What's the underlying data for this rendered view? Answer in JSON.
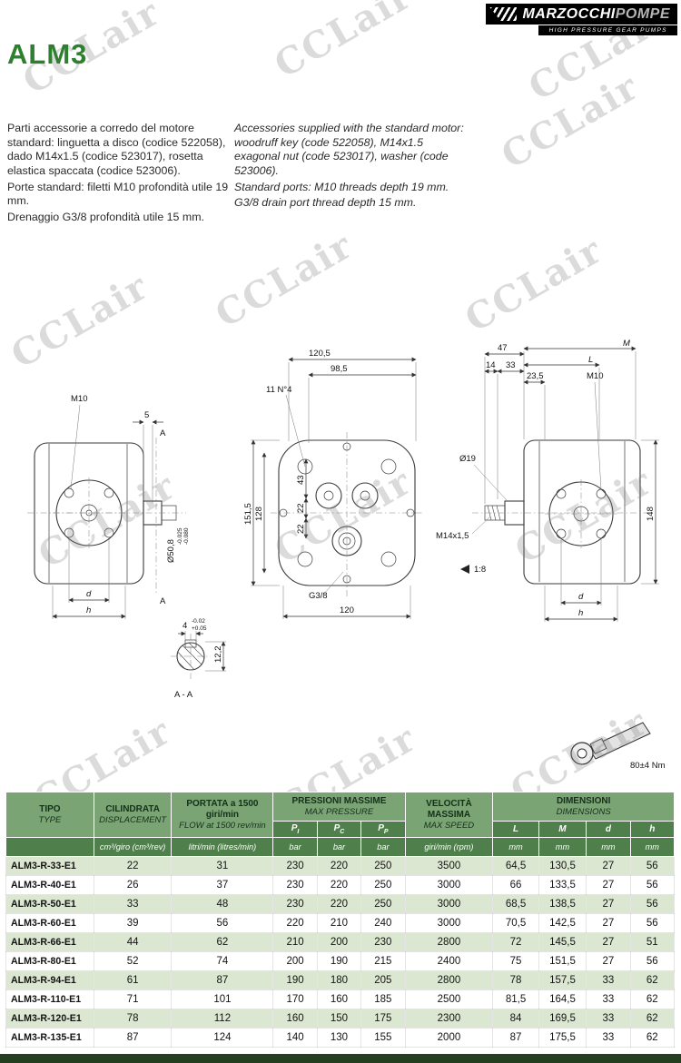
{
  "watermark": {
    "text": "CCLair"
  },
  "logo": {
    "brand": "MARZOCCHI",
    "suffix": "POMPE",
    "tagline": "HIGH PRESSURE GEAR PUMPS"
  },
  "page": {
    "title": "ALM3"
  },
  "intro": {
    "it": [
      "Parti accessorie a corredo del motore standard: linguetta a disco (codice 522058), dado M14x1.5 (codice 523017), rosetta elastica spaccata (codice 523006).",
      "Porte standard: filetti M10 profondità utile 19 mm.",
      "Drenaggio G3/8 profondità utile 15 mm."
    ],
    "en": [
      "Accessories supplied with the standard motor: woodruff key (code 522058), M14x1.5 exagonal nut (code 523017), washer (code 523006).",
      "Standard ports: M10 threads depth 19 mm.",
      "G3/8 drain port thread depth 15 mm."
    ]
  },
  "drawing": {
    "left": {
      "m10": "M10",
      "dim5": "5",
      "secA": "A",
      "dia": "Ø50,8",
      "tol1": "-0.025",
      "tol2": "-0.080",
      "dimd": "d",
      "dimh": "h"
    },
    "section": {
      "key4": "4",
      "ktol1": "-0.02",
      "ktol2": "+0.05",
      "dim122": "12,2",
      "label": "A - A"
    },
    "front": {
      "dim1205": "120,5",
      "dim985": "98,5",
      "holes": "11 N°4",
      "dim1515": "151,5",
      "dim128": "128",
      "dim43": "43",
      "dim22a": "22",
      "dim22b": "22",
      "g38": "G3/8",
      "dim120": "120"
    },
    "right": {
      "dim47": "47",
      "dim14": "14",
      "dim33": "33",
      "dimM": "M",
      "dimL": "L",
      "dim235": "23,5",
      "m10": "M10",
      "dia19": "Ø19",
      "m14": "M14x1,5",
      "taper": "1:8",
      "dim148": "148",
      "dimd": "d",
      "dimh": "h"
    },
    "torque": "80±4 Nm"
  },
  "table": {
    "header": {
      "tipo": {
        "it": "TIPO",
        "en": "TYPE"
      },
      "cilindrata": {
        "it": "CILINDRATA",
        "en": "DISPLACEMENT"
      },
      "portata": {
        "it": "PORTATA a 1500 giri/min",
        "en": "FLOW at 1500 rev/min"
      },
      "pressioni": {
        "it": "PRESSIONI MASSIME",
        "en": "MAX PRESSURE"
      },
      "velocita": {
        "it": "VELOCITÀ MASSIMA",
        "en": "MAX SPEED"
      },
      "dimensioni": {
        "it": "DIMENSIONI",
        "en": "DIMENSIONS"
      },
      "p_base": "P",
      "p1_sub": "I",
      "pc_sub": "C",
      "pp_sub": "P",
      "col_L": "L",
      "col_M": "M",
      "col_d": "d",
      "col_h": "h"
    },
    "units": {
      "cilindrata": "cm³/giro (cm³/rev)",
      "portata": "litri/min (litres/min)",
      "p1": "bar",
      "pc": "bar",
      "pp": "bar",
      "velocita": "giri/min (rpm)",
      "L": "mm",
      "M": "mm",
      "d": "mm",
      "h": "mm"
    },
    "rows": [
      {
        "tipo": "ALM3-R-33-E1",
        "cil": "22",
        "flow": "31",
        "p1": "230",
        "pc": "220",
        "pp": "250",
        "speed": "3500",
        "L": "64,5",
        "M": "130,5",
        "d": "27",
        "h": "56"
      },
      {
        "tipo": "ALM3-R-40-E1",
        "cil": "26",
        "flow": "37",
        "p1": "230",
        "pc": "220",
        "pp": "250",
        "speed": "3000",
        "L": "66",
        "M": "133,5",
        "d": "27",
        "h": "56"
      },
      {
        "tipo": "ALM3-R-50-E1",
        "cil": "33",
        "flow": "48",
        "p1": "230",
        "pc": "220",
        "pp": "250",
        "speed": "3000",
        "L": "68,5",
        "M": "138,5",
        "d": "27",
        "h": "56"
      },
      {
        "tipo": "ALM3-R-60-E1",
        "cil": "39",
        "flow": "56",
        "p1": "220",
        "pc": "210",
        "pp": "240",
        "speed": "3000",
        "L": "70,5",
        "M": "142,5",
        "d": "27",
        "h": "56"
      },
      {
        "tipo": "ALM3-R-66-E1",
        "cil": "44",
        "flow": "62",
        "p1": "210",
        "pc": "200",
        "pp": "230",
        "speed": "2800",
        "L": "72",
        "M": "145,5",
        "d": "27",
        "h": "51"
      },
      {
        "tipo": "ALM3-R-80-E1",
        "cil": "52",
        "flow": "74",
        "p1": "200",
        "pc": "190",
        "pp": "215",
        "speed": "2400",
        "L": "75",
        "M": "151,5",
        "d": "27",
        "h": "56"
      },
      {
        "tipo": "ALM3-R-94-E1",
        "cil": "61",
        "flow": "87",
        "p1": "190",
        "pc": "180",
        "pp": "205",
        "speed": "2800",
        "L": "78",
        "M": "157,5",
        "d": "33",
        "h": "62"
      },
      {
        "tipo": "ALM3-R-110-E1",
        "cil": "71",
        "flow": "101",
        "p1": "170",
        "pc": "160",
        "pp": "185",
        "speed": "2500",
        "L": "81,5",
        "M": "164,5",
        "d": "33",
        "h": "62"
      },
      {
        "tipo": "ALM3-R-120-E1",
        "cil": "78",
        "flow": "112",
        "p1": "160",
        "pc": "150",
        "pp": "175",
        "speed": "2300",
        "L": "84",
        "M": "169,5",
        "d": "33",
        "h": "62"
      },
      {
        "tipo": "ALM3-R-135-E1",
        "cil": "87",
        "flow": "124",
        "p1": "140",
        "pc": "130",
        "pp": "155",
        "speed": "2000",
        "L": "87",
        "M": "175,5",
        "d": "33",
        "h": "62"
      }
    ]
  }
}
